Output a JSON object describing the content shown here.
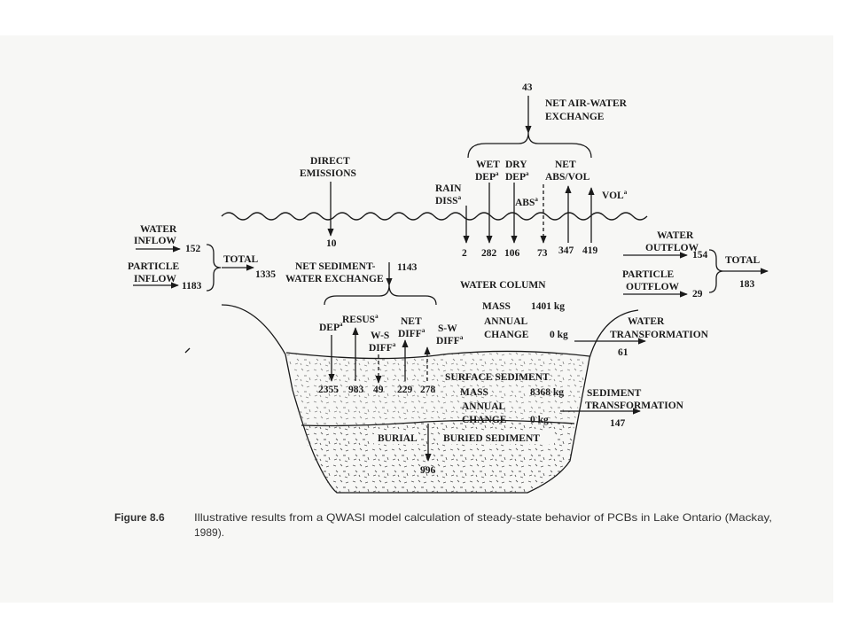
{
  "labels": {
    "top_flux": "43",
    "net_air_water_1": "NET AIR-WATER",
    "net_air_water_2": "EXCHANGE",
    "direct_1": "DIRECT",
    "direct_2": "EMISSIONS",
    "direct_val": "10",
    "wet_1": "WET",
    "wet_2": "DEP",
    "dry_1": "DRY",
    "dry_2": "DEP",
    "net_1": "NET",
    "net_2": "ABS/VOL",
    "rain_1": "RAIN",
    "rain_2": "DISS",
    "abs": "ABS",
    "vol": "VOL",
    "v_rain": "2",
    "v_wet": "282",
    "v_dry": "106",
    "v_abs": "73",
    "v_absvol": "347",
    "v_vol": "419",
    "water_inflow_1": "WATER",
    "water_inflow_2": "INFLOW",
    "water_inflow_val": "152",
    "particle_inflow_1": "PARTICLE",
    "particle_inflow_2": "INFLOW",
    "particle_inflow_val": "1183",
    "total_in": "TOTAL",
    "total_in_val": "1335",
    "net_sed_1": "NET SEDIMENT-",
    "net_sed_2": "WATER EXCHANGE",
    "net_sed_val": "1143",
    "water_column": "WATER COLUMN",
    "mass": "MASS",
    "mass_val": "1401 kg",
    "annual_1": "ANNUAL",
    "annual_2": "CHANGE",
    "annual_val": "0 kg",
    "water_outflow_1": "WATER",
    "water_outflow_2": "OUTFLOW",
    "water_outflow_val": "154",
    "particle_outflow_1": "PARTICLE",
    "particle_outflow_2": "OUTFLOW",
    "particle_outflow_val": "29",
    "total_out": "TOTAL",
    "total_out_val": "183",
    "water_trans_1": "WATER",
    "water_trans_2": "TRANSFORMATION",
    "water_trans_val": "61",
    "dep": "DEP",
    "resus": "RESUS",
    "ws_1": "W-S",
    "ws_2": "DIFF",
    "netdiff_1": "NET",
    "netdiff_2": "DIFF",
    "sw_1": "S-W",
    "sw_2": "DIFF",
    "v_dep": "2355",
    "v_resus": "983",
    "v_ws": "49",
    "v_netdiff": "229",
    "v_sw": "278",
    "surface_sediment": "SURFACE SEDIMENT",
    "sed_mass": "MASS",
    "sed_mass_val": "8368 kg",
    "sed_annual_1": "ANNUAL",
    "sed_annual_2": "CHANGE",
    "sed_annual_val": "0 kg",
    "sed_trans_1": "SEDIMENT",
    "sed_trans_2": "TRANSFORMATION",
    "sed_trans_val": "147",
    "burial": "BURIAL",
    "burial_val": "996",
    "buried_sediment": "BURIED SEDIMENT",
    "marker": "a"
  },
  "caption": {
    "label": "Figure 8.6",
    "line1": "Illustrative results from a QWASI model calculation of steady-state behavior of PCBs in Lake Ontario (Mackay,",
    "line2": "1989)."
  }
}
